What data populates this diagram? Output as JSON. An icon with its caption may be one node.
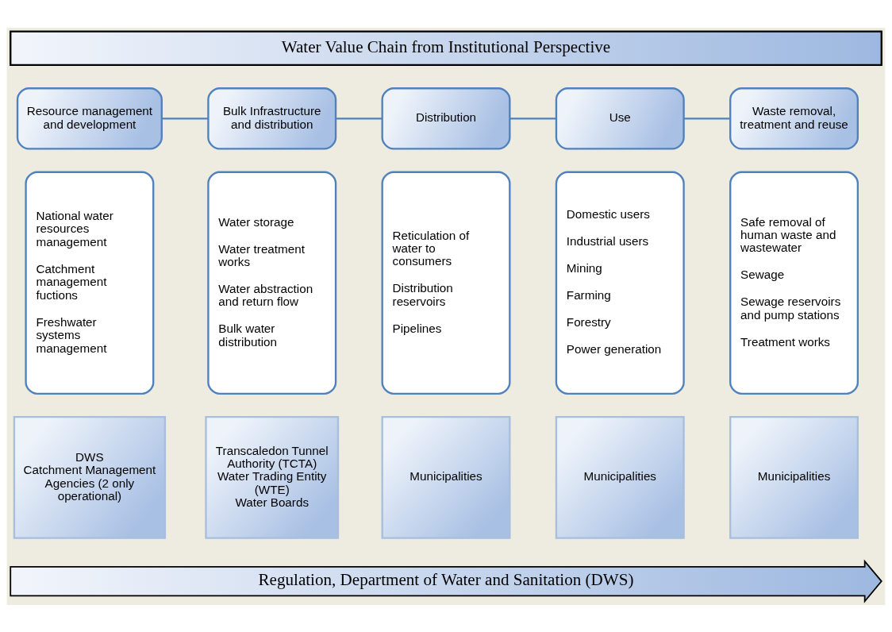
{
  "diagram": {
    "nodes": [
      {
        "text": [
          "Water Value Chain from Institutional Perspective"
        ]
      },
      {
        "text": [
          "Resource management and development"
        ]
      },
      {
        "text": [
          "Bulk Infrastructure and distribution"
        ]
      },
      {
        "text": [
          "Distribution"
        ]
      },
      {
        "text": [
          "Use"
        ]
      },
      {
        "text": [
          "Waste removal, treatment and reuse"
        ]
      },
      {
        "text": [
          "National water resources management",
          "Catchment management fuctions",
          "Freshwater systems management"
        ]
      },
      {
        "text": [
          "Water storage",
          "Water treatment works",
          "Water abstraction and return flow",
          "Bulk water distribution"
        ]
      },
      {
        "text": [
          "Reticulation of water to consumers",
          "Distribution reservoirs",
          "Pipelines"
        ]
      },
      {
        "text": [
          "Domestic users",
          "Industrial users",
          "Mining",
          "Farming",
          "Forestry",
          "Power generation"
        ]
      },
      {
        "text": [
          "Safe removal of human waste and wastewater",
          "Sewage",
          "Sewage reservoirs and pump stations",
          "Treatment works"
        ]
      },
      {
        "text": [
          "DWS",
          "Catchment Management Agencies (2 only operational)"
        ]
      },
      {
        "text": [
          "Transcaledon Tunnel Authority (TCTA)",
          "Water Trading Entity (WTE)",
          "Water Boards"
        ]
      },
      {
        "text": [
          "Municipalities"
        ]
      },
      {
        "text": [
          "Municipalities"
        ]
      },
      {
        "text": [
          "Municipalities"
        ]
      },
      {
        "text": [
          "Regulation, Department of Water and Sanitation (DWS)"
        ]
      }
    ],
    "edges": [
      {
        "from": 1,
        "to": 2,
        "arrow": "none"
      },
      {
        "from": 2,
        "to": 3,
        "arrow": "none"
      },
      {
        "from": 3,
        "to": 4,
        "arrow": "none"
      },
      {
        "from": 4,
        "to": 5,
        "arrow": "none"
      }
    ]
  }
}
